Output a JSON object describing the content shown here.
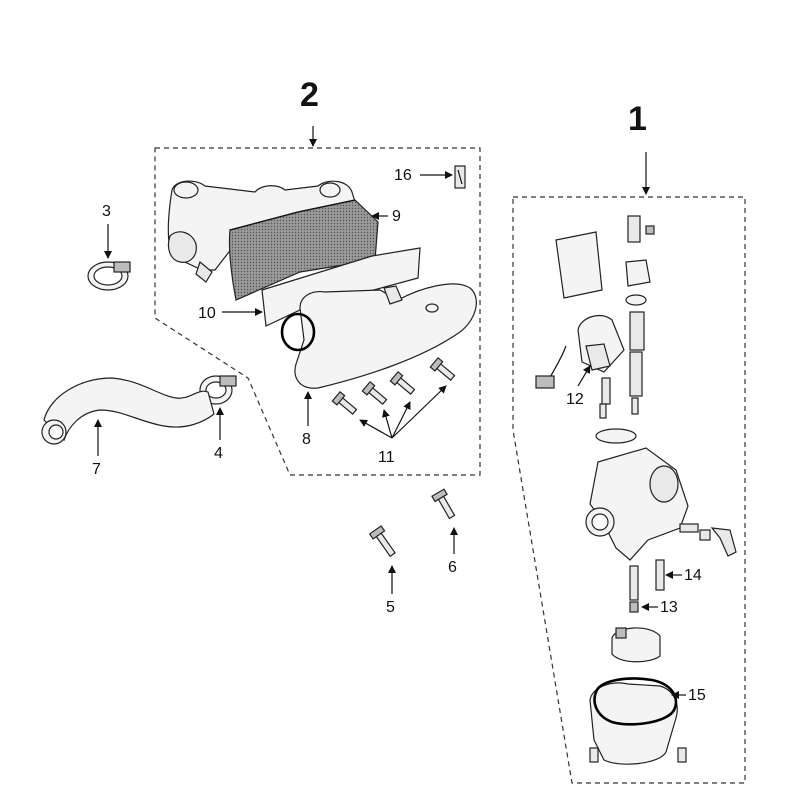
{
  "groups": [
    {
      "id": "1",
      "label": "1"
    },
    {
      "id": "2",
      "label": "2"
    }
  ],
  "callouts": [
    "3",
    "4",
    "5",
    "6",
    "7",
    "8",
    "9",
    "10",
    "11",
    "12",
    "13",
    "14",
    "15",
    "16"
  ],
  "colors": {
    "line": "#222222",
    "fill": "#e9e9e9",
    "background": "#ffffff"
  }
}
